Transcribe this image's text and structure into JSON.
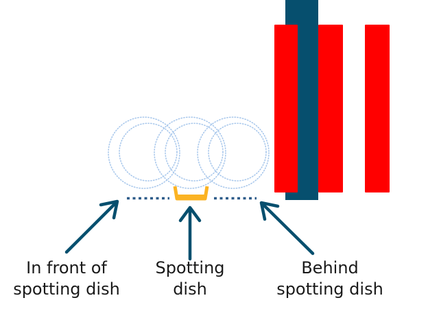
{
  "colors": {
    "red": "#ff0000",
    "dark_blue": "#064f6e",
    "dish": "#fbb323",
    "circle": "#a9c8ec",
    "dots": "#2e5c8a",
    "arrow": "#064f6e"
  },
  "labels": {
    "front": {
      "line1": "In front of",
      "line2": "spotting dish"
    },
    "dish": {
      "line1": "Spotting",
      "line2": "dish"
    },
    "behind": {
      "line1": "Behind",
      "line2": "spotting dish"
    }
  },
  "icons": {
    "arrow_front": "arrow-up-right",
    "arrow_dish": "arrow-up",
    "arrow_behind": "arrow-up-left"
  }
}
